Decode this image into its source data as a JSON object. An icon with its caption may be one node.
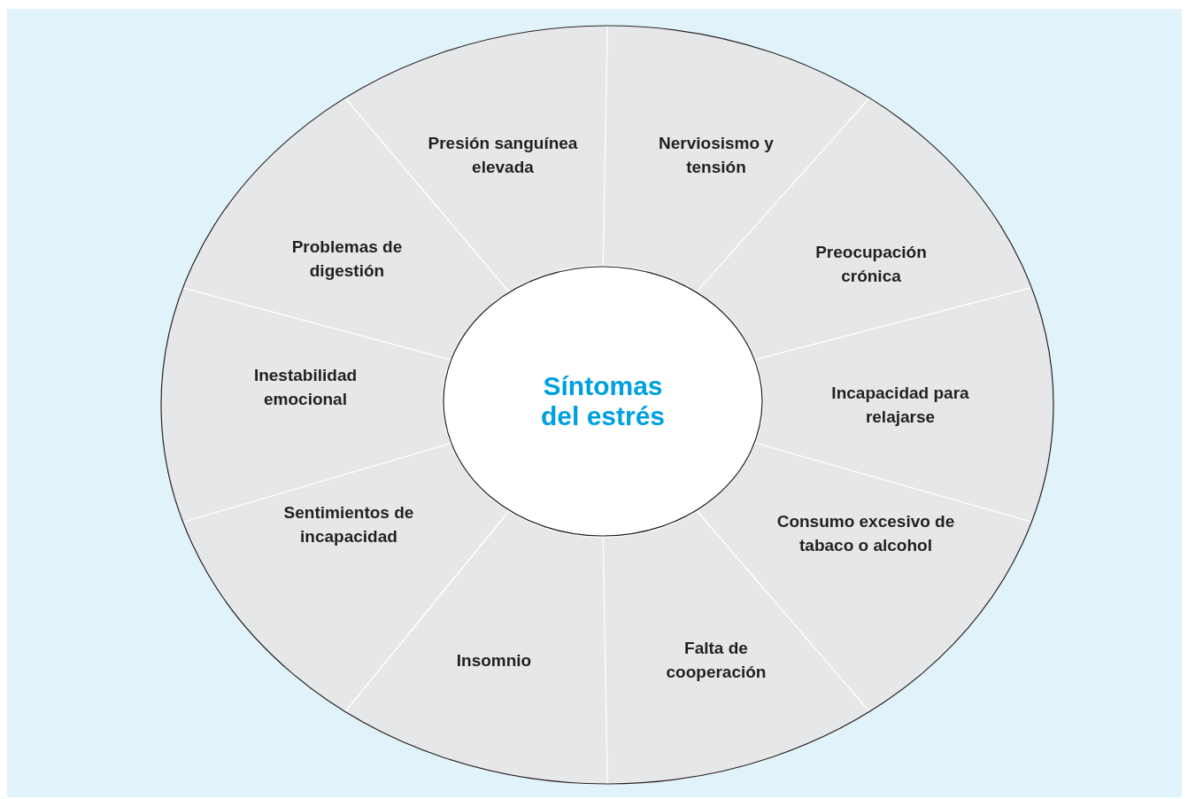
{
  "diagram": {
    "nodes": [
      {
        "text": [
          "Síntomas del estrés"
        ]
      },
      {
        "text": [
          "Nerviosismo y tensión"
        ]
      },
      {
        "text": [
          "Preocupación crónica"
        ]
      },
      {
        "text": [
          "Incapacidad para relajarse"
        ]
      },
      {
        "text": [
          "Consumo excesivo de tabaco o alcohol"
        ]
      },
      {
        "text": [
          "Falta de cooperación"
        ]
      },
      {
        "text": [
          "Insomnio"
        ]
      },
      {
        "text": [
          "Sentimientos de incapacidad"
        ]
      },
      {
        "text": [
          "Inestabilidad emocional"
        ]
      },
      {
        "text": [
          "Problemas de digestión"
        ]
      },
      {
        "text": [
          "Presión sanguínea elevada"
        ]
      }
    ]
  }
}
